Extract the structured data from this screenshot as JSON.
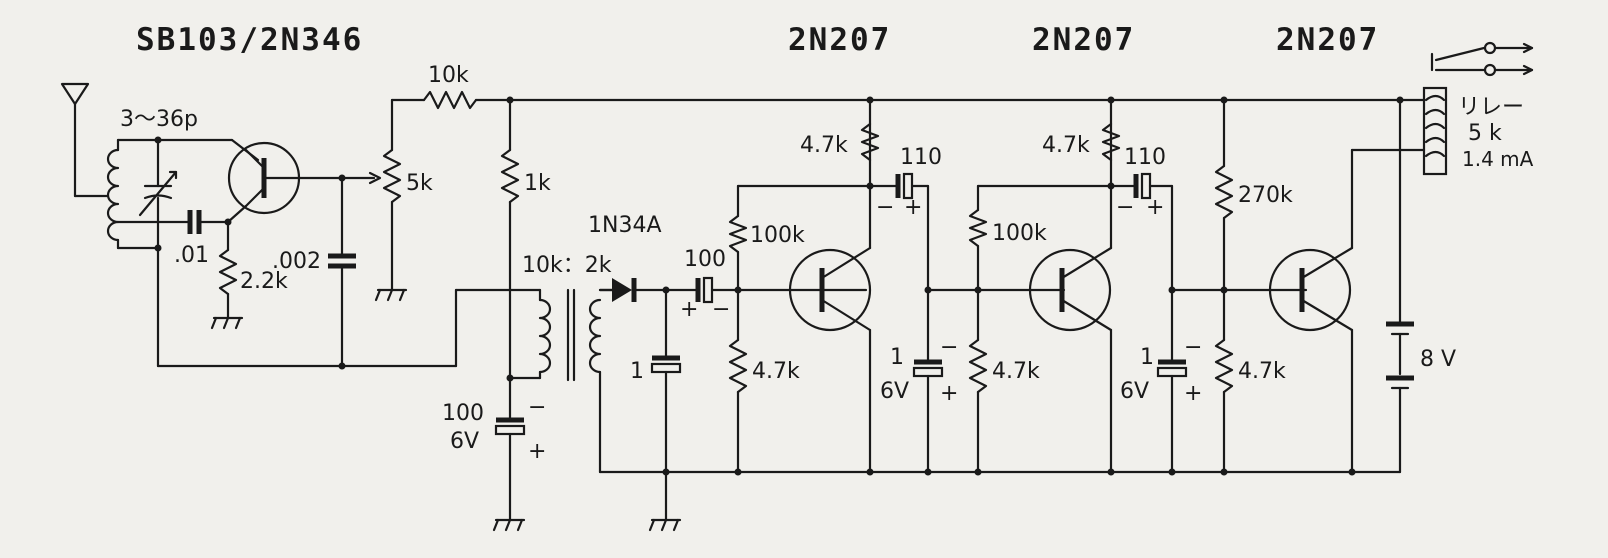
{
  "transistors": {
    "t1": "SB103/2N346",
    "t2": "2N207",
    "t3": "2N207",
    "t4": "2N207"
  },
  "components": {
    "r_10k_top": "10k",
    "c_trimmer": "3～36p",
    "c_01": ".01",
    "r_2_2k": "2.2k",
    "pot_5k": "5k",
    "c_002": ".002",
    "r_1k": "1k",
    "xfmr": "10k：2k",
    "diode": "1N34A",
    "c_100_coupling": "100",
    "c_1_detect": "1",
    "c_100_6v_value": "100",
    "c_100_6v_voltage": "6V",
    "r_4_7k_st2_coll": "4.7k",
    "c_110_st2": "110",
    "r_100k_st2": "100k",
    "r_4_7k_st2_base": "4.7k",
    "c_1_st2_value": "1",
    "c_1_st2_voltage": "6V",
    "r_4_7k_st3_coll": "4.7k",
    "c_110_st3": "110",
    "r_100k_st3": "100k",
    "r_4_7k_st3_base": "4.7k",
    "c_1_st3_value": "1",
    "c_1_st3_voltage": "6V",
    "r_270k": "270k",
    "r_4_7k_st4_base": "4.7k",
    "battery": "8 V",
    "relay_name": "リレー",
    "relay_r": "5 k",
    "relay_i": "1.4 mA"
  },
  "polarity": {
    "plus": "+",
    "minus": "−"
  }
}
